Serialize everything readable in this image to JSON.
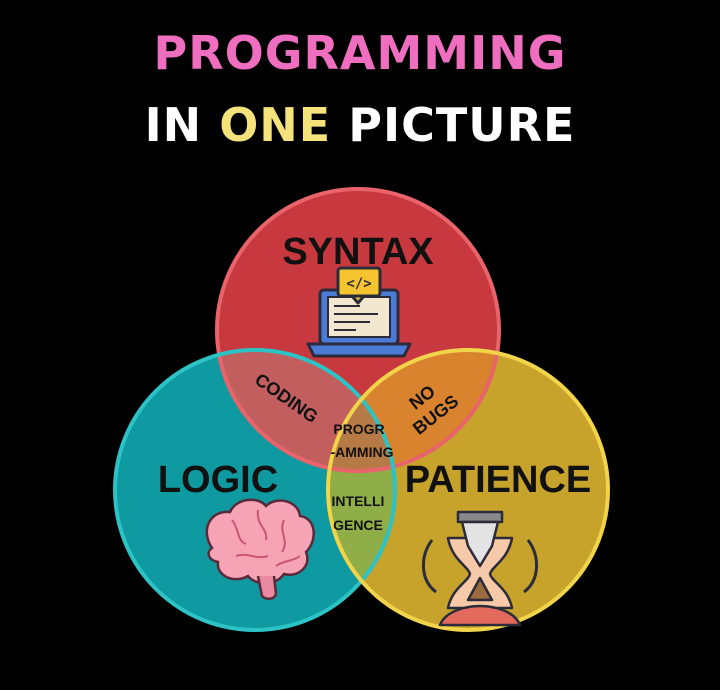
{
  "title": {
    "line1": "PROGRAMMING",
    "line2_prefix": "IN",
    "line2_highlight": "ONE",
    "line2_suffix": "PICTURE"
  },
  "venn": {
    "sets": {
      "syntax": "SYNTAX",
      "logic": "LOGIC",
      "patience": "PATIENCE"
    },
    "intersections": {
      "syntax_logic": "CODING",
      "syntax_patience_line1": "NO",
      "syntax_patience_line2": "BUGS",
      "logic_patience_line1": "INTELLI",
      "logic_patience_line2": "GENCE",
      "all_line1": "PROGR",
      "all_line2": "-AMMING"
    }
  },
  "icons": {
    "syntax": "laptop-code-icon",
    "logic": "brain-icon",
    "patience": "hourglass-person-icon"
  },
  "colors": {
    "background": "#000000",
    "title_pink": "#f06ec0",
    "title_white": "#ffffff",
    "title_yellow": "#f6e27a",
    "syntax_fill": "#c8393f",
    "syntax_stroke": "#e8636a",
    "logic_fill": "#0e9aa0",
    "logic_stroke": "#2cc3c6",
    "patience_fill": "#c7a32c",
    "patience_stroke": "#f1d44a"
  }
}
